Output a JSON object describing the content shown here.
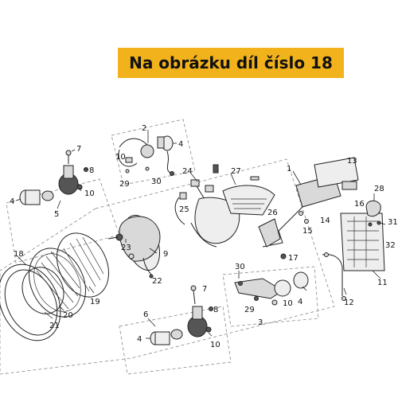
{
  "banner": {
    "text": "Na obrázku díl číslo 18"
  },
  "labels": [
    "1",
    "2",
    "3",
    "4",
    "4",
    "4",
    "4",
    "5",
    "6",
    "7",
    "7",
    "8",
    "8",
    "9",
    "10",
    "10",
    "10",
    "10",
    "11",
    "12",
    "13",
    "14",
    "15",
    "16",
    "17",
    "18",
    "19",
    "20",
    "21",
    "22",
    "23",
    "24",
    "25",
    "26",
    "27",
    "28",
    "29",
    "29",
    "30",
    "30",
    "31",
    "32"
  ]
}
